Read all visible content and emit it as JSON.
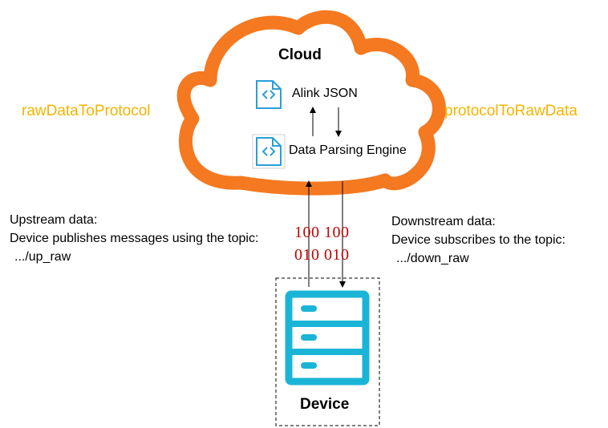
{
  "colors": {
    "cloud_outline": "#f47920",
    "function_label": "#f5b400",
    "bits": "#c00000",
    "device_icon": "#1ab5d6",
    "code_icon": "#2a9fd6"
  },
  "cloud": {
    "title": "Cloud",
    "alink_label": "Alink JSON",
    "engine_label": "Data Parsing Engine",
    "alink_icon": "code-file-icon",
    "engine_icon": "code-file-icon"
  },
  "functions": {
    "left": "rawDataToProtocol",
    "right": "protocolToRawData"
  },
  "upstream": {
    "heading": "Upstream data:",
    "description": "Device publishes messages using the topic:",
    "topic": ".../up_raw"
  },
  "downstream": {
    "heading": "Downstream data:",
    "description": "Device subscribes to the topic:",
    "topic": ".../down_raw"
  },
  "bits": {
    "line1": "100 100",
    "line2": "010 010"
  },
  "device": {
    "label": "Device",
    "icon": "server-icon"
  }
}
